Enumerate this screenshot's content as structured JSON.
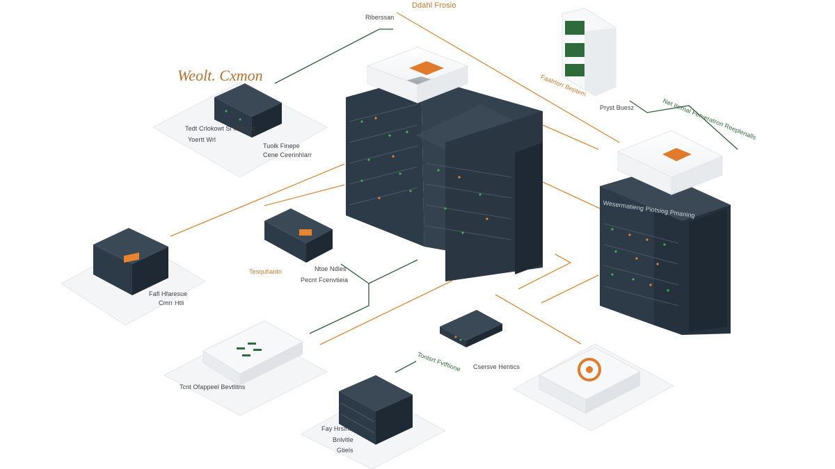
{
  "diagram": {
    "title": "Weolt. Cxmon",
    "colors": {
      "accent_orange": "#e07b2c",
      "line_orange": "#d88a3c",
      "line_green": "#2e5e3a",
      "device_dark": "#2d3a47",
      "device_dark_side": "#1f2933",
      "platform": "#f4f5f6",
      "led_green": "#3fb34f",
      "led_orange": "#e8842f"
    },
    "labels": {
      "top_left": "Riberssan",
      "top_center": "Ddahl Frosio",
      "right_upper": "Faatrtorr Beptem",
      "right_mid": "Pryst Buesz",
      "right_far": "Net Iternal Ferveratron Reeplenalls",
      "rack_header": "Wesermatieng Piotsiog Pmaning",
      "left_platform_a": "Tedt Crlokowt Sl Mefonic",
      "left_platform_b": "Yoertt Wrl",
      "left_platform_c": "Tuolk Finepe",
      "left_platform_d": "Cene Ceerinhlarr",
      "small_node_orange": "Tesqufiantn",
      "small_node_a": "Ntoe Ndles",
      "small_node_b": "Pecnt Fcenvtieia",
      "server_left_a": "Fafl Hfaresue",
      "server_left_b": "Cmrr Htli",
      "switch_label": "Tcnt Ofappeel Bevtlitns",
      "router_label_green": "Tonlsrt Fvtftione",
      "router_label_b": "Csersve Hentics",
      "bottom_a": "Fay Hrslne",
      "bottom_b": "Bnlvltle",
      "bottom_c": "Gtiels"
    }
  }
}
